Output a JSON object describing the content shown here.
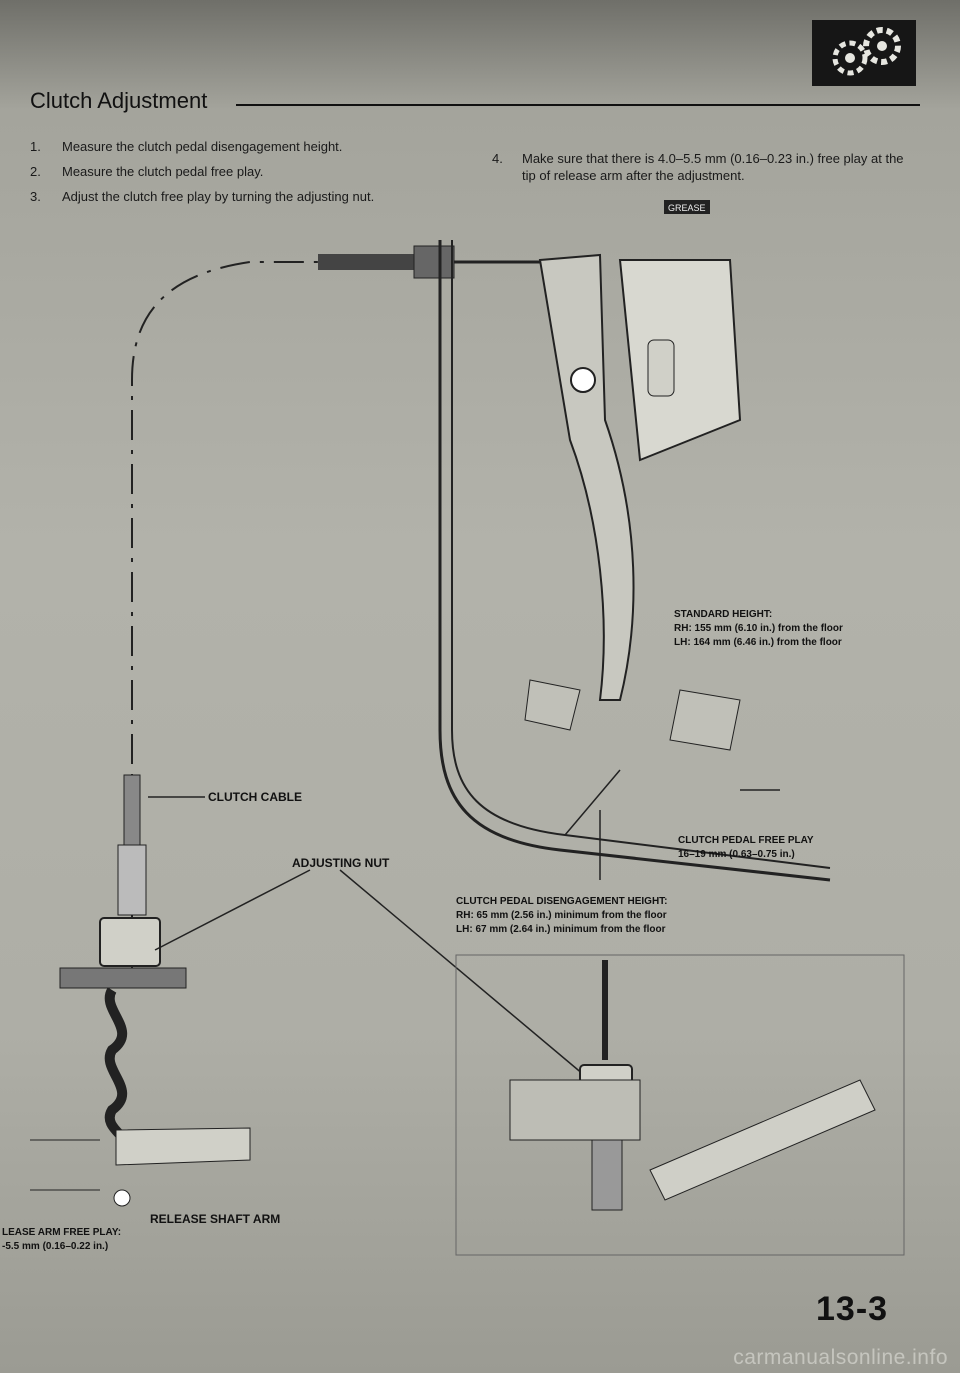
{
  "header": {
    "title": "Clutch Adjustment"
  },
  "steps": [
    {
      "num": "1.",
      "text": "Measure the clutch pedal disengagement height."
    },
    {
      "num": "2.",
      "text": "Measure the clutch pedal free play."
    },
    {
      "num": "3.",
      "text": "Adjust the clutch free play by turning the adjusting nut."
    },
    {
      "num": "4.",
      "text": "Make sure that there is 4.0–5.5 mm (0.16–0.23 in.) free play at the tip of release arm after the adjustment."
    }
  ],
  "labels": {
    "grease": "GREASE",
    "clutch_cable": "CLUTCH CABLE",
    "adjusting_nut": "ADJUSTING NUT",
    "release_shaft_arm": "RELEASE SHAFT ARM"
  },
  "specs": {
    "standard_height": {
      "title": "STANDARD HEIGHT:",
      "rh": "RH: 155 mm (6.10 in.) from the floor",
      "lh": "LH: 164 mm (6.46 in.) from the floor"
    },
    "pedal_free_play": {
      "title": "CLUTCH PEDAL FREE PLAY",
      "value": "16–19 mm (0.63–0.75 in.)"
    },
    "disengagement_height": {
      "title": "CLUTCH PEDAL DISENGAGEMENT HEIGHT:",
      "rh": "RH: 65 mm (2.56 in.) minimum from the floor",
      "lh": "LH: 67 mm (2.64 in.) minimum from the floor"
    },
    "release_arm_free_play": {
      "title": "LEASE ARM FREE PLAY:",
      "value": "-5.5 mm (0.16–0.22 in.)"
    }
  },
  "footer": {
    "page_number": "13-3",
    "watermark": "carmanualsonline.info"
  }
}
